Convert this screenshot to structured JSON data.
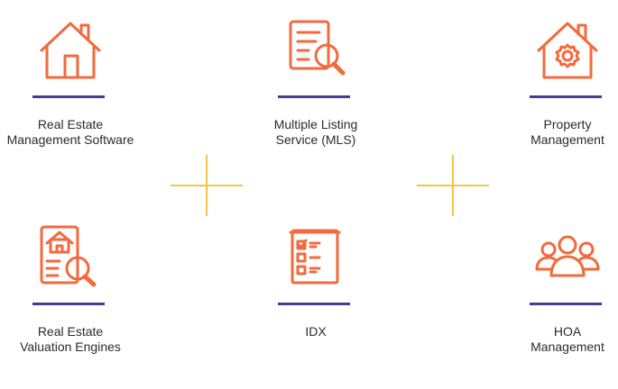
{
  "colors": {
    "icon": "#f26a3d",
    "bar": "#4b3a8f",
    "cross": "#f6c445",
    "text": "#2b2b2b"
  },
  "items": [
    {
      "icon": "house-icon",
      "label": "Real Estate\nManagement Software"
    },
    {
      "icon": "document-search-icon",
      "label": "Multiple Listing\nService (MLS)"
    },
    {
      "icon": "house-gear-icon",
      "label": "Property\nManagement"
    },
    {
      "icon": "document-house-search-icon",
      "label": "Real Estate\nValuation Engines"
    },
    {
      "icon": "checklist-icon",
      "label": "IDX"
    },
    {
      "icon": "people-group-icon",
      "label": "HOA\nManagement"
    }
  ]
}
